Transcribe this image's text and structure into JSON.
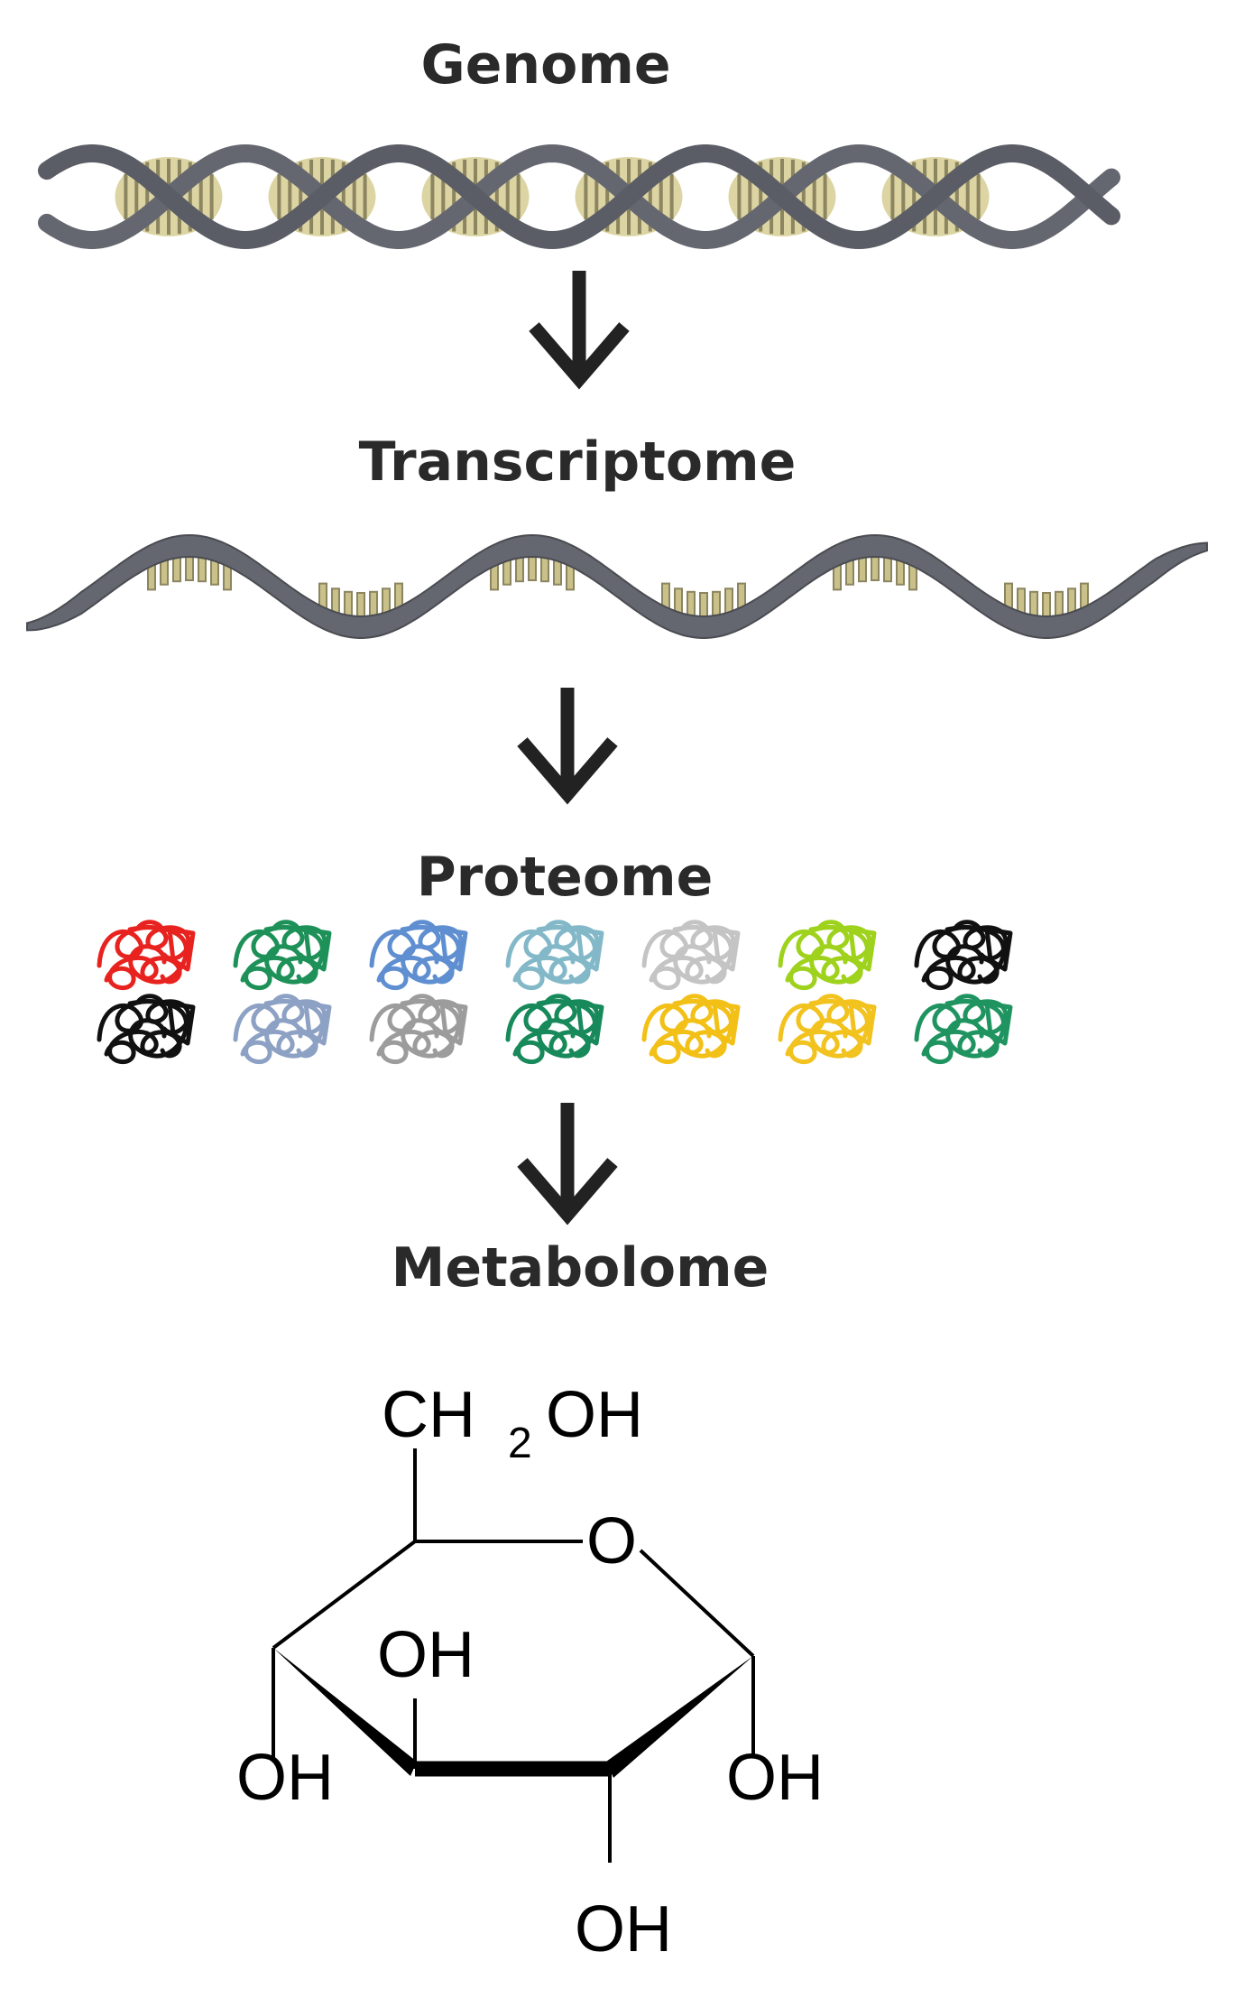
{
  "stages": [
    {
      "id": "genome",
      "label": "Genome"
    },
    {
      "id": "transcriptome",
      "label": "Transcriptome"
    },
    {
      "id": "proteome",
      "label": "Proteome"
    },
    {
      "id": "metabolome",
      "label": "Metabolome"
    }
  ],
  "proteins": {
    "row1": [
      "#e8231f",
      "#1d9158",
      "#5f8fd0",
      "#82b8c8",
      "#c4c4c4",
      "#9ed21c",
      "#111111"
    ],
    "row2": [
      "#111111",
      "#8da1c4",
      "#9c9c9c",
      "#17895a",
      "#f2c017",
      "#f2c21e",
      "#1f9460"
    ]
  },
  "molecule": {
    "ch2oh_ch": "CH",
    "ch2oh_sub": "2",
    "ch2oh_oh": "OH",
    "ring_oxygen": "O",
    "oh_c4_inner": "OH",
    "oh_c4_left": "OH",
    "oh_c1_right": "OH",
    "oh_c2_bottom": "OH"
  },
  "colors": {
    "dna_strand": "#64676f",
    "dna_strand_edge": "#4a4c52",
    "base_pair": "#c9c08a",
    "base_pair_line": "#8b8560",
    "arrow": "#222222"
  }
}
